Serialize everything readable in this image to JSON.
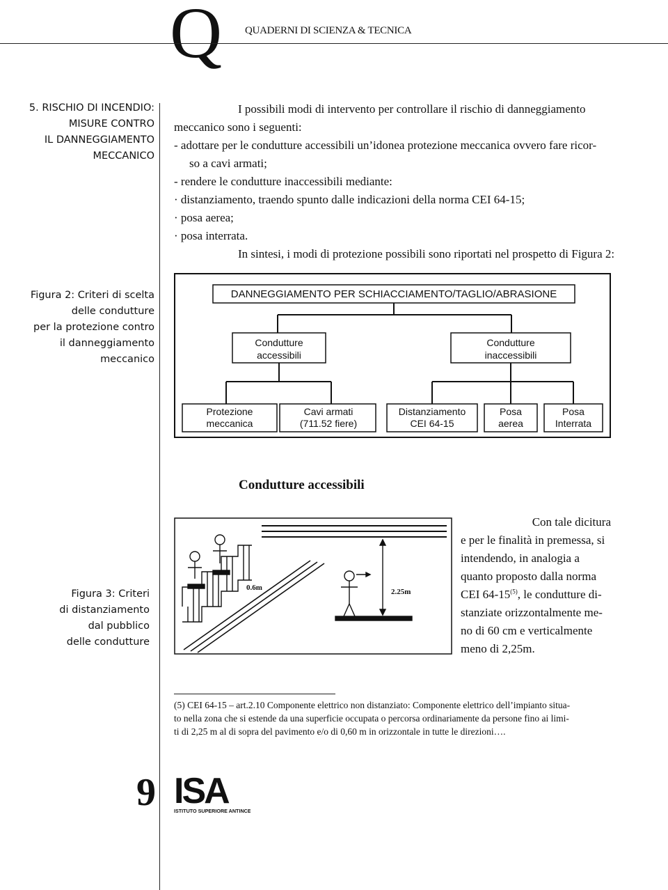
{
  "header": {
    "logo_letter": "Q",
    "journal_title": "QUADERNI DI SCIENZA & TECNICA"
  },
  "sidebar": {
    "section_lines": [
      "5. RISCHIO DI INCENDIO:",
      "MISURE CONTRO",
      "IL DANNEGGIAMENTO",
      "MECCANICO"
    ],
    "fig2_caption_lines": [
      "Figura 2: Criteri di scelta",
      "delle condutture",
      "per la protezione contro",
      "il danneggiamento",
      "meccanico"
    ],
    "fig3_caption_lines": [
      "Figura 3: Criteri",
      "di distanziamento",
      "dal pubblico",
      "delle condutture"
    ]
  },
  "intro": {
    "lines": [
      "I possibili modi di intervento per controllare il rischio di danneggiamento",
      "meccanico sono i seguenti:",
      "- adottare per le condutture accessibili un’idonea protezione meccanica ovvero fare ricor-",
      "so a cavi armati;",
      "- rendere le condutture inaccessibili mediante:",
      "· distanziamento, traendo spunto dalle indicazioni della norma CEI 64-15;",
      "· posa aerea;",
      "· posa interrata.",
      "In sintesi, i modi di protezione possibili sono riportati nel prospetto di Figura 2:"
    ]
  },
  "figure2": {
    "top_box": "DANNEGGIAMENTO PER SCHIACCIAMENTO/TAGLIO/ABRASIONE",
    "mid_left": [
      "Condutture",
      "accessibili"
    ],
    "mid_right": [
      "Condutture",
      "inaccessibili"
    ],
    "leaves": [
      [
        "Protezione",
        "meccanica"
      ],
      [
        "Cavi armati",
        "(711.52 fiere)"
      ],
      [
        "Distanziamento",
        "CEI 64-15"
      ],
      [
        "Posa",
        "aerea"
      ],
      [
        "Posa",
        "Interrata"
      ]
    ]
  },
  "section_heading": "Condutture accessibili",
  "figure3": {
    "label_horizontal": "0.6m",
    "label_vertical": "2.25m"
  },
  "right_text": {
    "lines": [
      "Con tale dicitura",
      "e per le finalità in premessa, si",
      "intendendo, in analogia a",
      "quanto proposto dalla norma",
      "CEI 64-15",
      "(5)",
      ", le condutture di-",
      "stanziate orizzontalmente me-",
      "no di 60 cm e verticalmente",
      "meno di 2,25m."
    ]
  },
  "footnote": {
    "lines": [
      "(5) CEI 64-15 – art.2.10 Componente elettrico non distanziato: Componente elettrico dell’impianto situa-",
      "to nella zona che si estende da una superficie occupata o percorsa ordinariamente da persone fino ai limi-",
      "ti di 2,25 m al di sopra del pavimento e/o di 0,60 m in orizzontale in tutte le direzioni…."
    ]
  },
  "page_number": "9",
  "isa_logo": {
    "letters": "ISA",
    "subtitle": "ISTITUTO SUPERIORE ANTINCENDI"
  }
}
